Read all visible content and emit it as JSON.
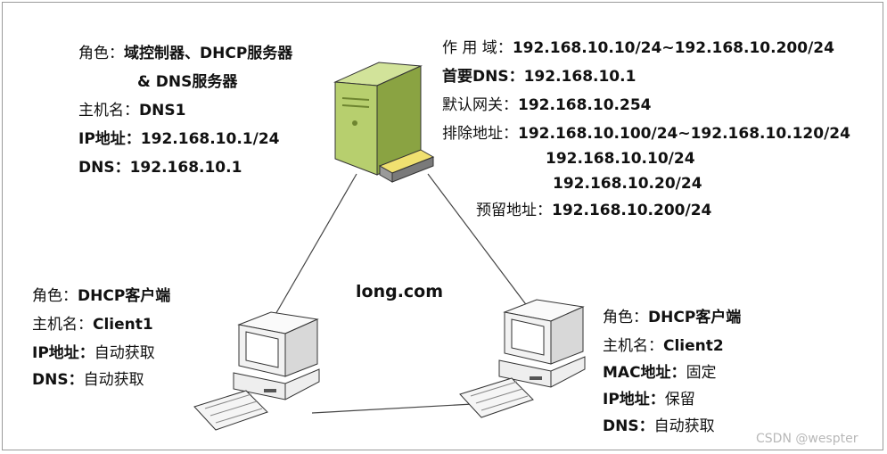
{
  "domain_label": "long.com",
  "watermark": "CSDN @wespter",
  "server": {
    "role_label": "角色：",
    "role_value_1": "域控制器、DHCP服务器",
    "role_value_2": "& DNS服务器",
    "hostname_label": "主机名：",
    "hostname_value": "DNS1",
    "ip_label": "IP地址：",
    "ip_value": "192.168.10.1/24",
    "dns_label": "DNS：",
    "dns_value": "192.168.10.1"
  },
  "scope": {
    "scope_label": "作 用 域：",
    "scope_value": "192.168.10.10/24~192.168.10.200/24",
    "primary_dns_label": "首要DNS：",
    "primary_dns_value": "192.168.10.1",
    "gateway_label": "默认网关：",
    "gateway_value": "192.168.10.254",
    "exclude_label": "排除地址：",
    "exclude_values": [
      "192.168.10.100/24~192.168.10.120/24",
      "192.168.10.10/24",
      "192.168.10.20/24"
    ],
    "reserved_label": "预留地址：",
    "reserved_value": "192.168.10.200/24"
  },
  "client1": {
    "role_label": "角色：",
    "role_value": "DHCP客户端",
    "hostname_label": "主机名：",
    "hostname_value": "Client1",
    "ip_label": "IP地址：",
    "ip_value": "自动获取",
    "dns_label": "DNS：",
    "dns_value": "自动获取"
  },
  "client2": {
    "role_label": "角色：",
    "role_value": "DHCP客户端",
    "hostname_label": "主机名：",
    "hostname_value": "Client2",
    "mac_label": "MAC地址：",
    "mac_value": "固定",
    "ip_label": "IP地址：",
    "ip_value": "保留",
    "dns_label": "DNS：",
    "dns_value": "自动获取"
  },
  "colors": {
    "server_body": "#b7cf6e",
    "server_dark": "#8aa342",
    "pc_body": "#f2f2f2",
    "pc_outline": "#333333"
  }
}
